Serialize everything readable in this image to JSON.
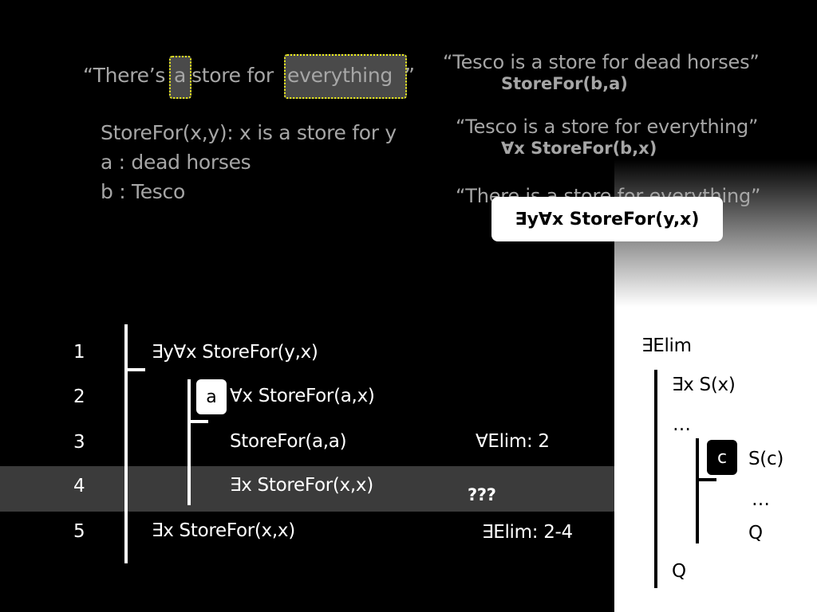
{
  "left_quote": {
    "open": "“There’s",
    "a": "a",
    "mid": "store for",
    "everything": "everything",
    "close": "”"
  },
  "definitions": [
    "StoreFor(x,y): x is a store for y",
    "a : dead horses",
    "b : Tesco"
  ],
  "right_quotes": [
    {
      "text": "“Tesco is a store for dead horses”",
      "formula": "StoreFor(b,a)"
    },
    {
      "text": "“Tesco is a store for everything”",
      "formula": "∀x StoreFor(b,x)"
    },
    {
      "text": "“There is a store for everything”",
      "formula": "∃y∀x StoreFor(y,x)"
    }
  ],
  "proof": {
    "rows": [
      {
        "num": "1",
        "formula": "∃y∀x StoreFor(y,x)",
        "rule": ""
      },
      {
        "num": "2",
        "formula": "∀x StoreFor(a,x)",
        "rule": "",
        "box": "a"
      },
      {
        "num": "3",
        "formula": "StoreFor(a,a)",
        "rule": "∀Elim: 2"
      },
      {
        "num": "4",
        "formula": "∃x StoreFor(x,x)",
        "rule": "???"
      },
      {
        "num": "5",
        "formula": "∃x StoreFor(x,x)",
        "rule": "∃Elim: 2-4"
      }
    ]
  },
  "elim_schema": {
    "title": "∃Elim",
    "line1": "∃x S(x)",
    "dots1": "…",
    "box": "c",
    "sc": "S(c)",
    "dots2": "…",
    "q_inner": "Q",
    "q_outer": "Q"
  }
}
